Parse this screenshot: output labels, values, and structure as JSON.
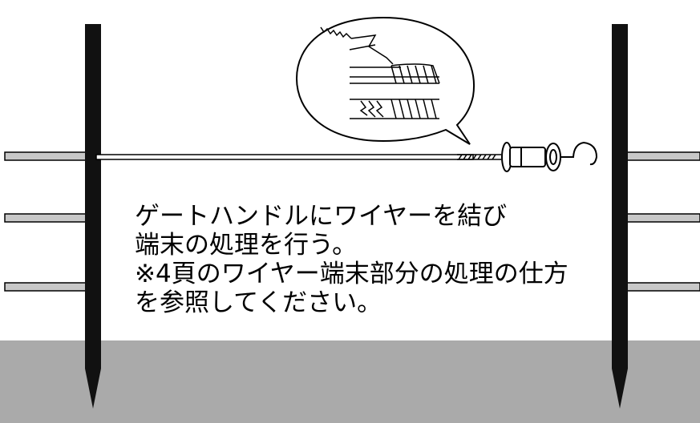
{
  "instruction": {
    "lines": [
      "ゲートハンドルにワイヤーを結び",
      "端末の処理を行う。",
      "※4頁のワイヤー端末部分の処理の仕方",
      "を参照してください。"
    ]
  },
  "colors": {
    "ground": "#aaaaaa",
    "post": "#111111",
    "insulator": "#c8c8c8",
    "outline": "#000000",
    "background": "#ffffff"
  }
}
